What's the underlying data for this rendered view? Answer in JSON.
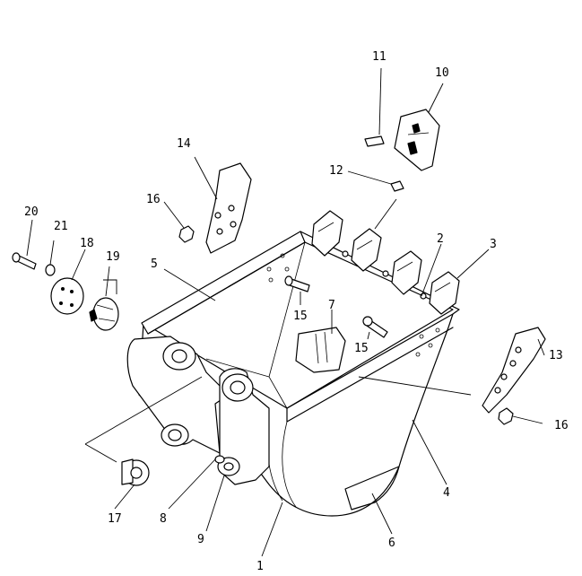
{
  "diagram": {
    "callouts": [
      {
        "id": "c1",
        "text": "1"
      },
      {
        "id": "c2",
        "text": "2"
      },
      {
        "id": "c3",
        "text": "3"
      },
      {
        "id": "c4",
        "text": "4"
      },
      {
        "id": "c5",
        "text": "5"
      },
      {
        "id": "c6",
        "text": "6"
      },
      {
        "id": "c7",
        "text": "7"
      },
      {
        "id": "c8",
        "text": "8"
      },
      {
        "id": "c9",
        "text": "9"
      },
      {
        "id": "c10",
        "text": "10"
      },
      {
        "id": "c11",
        "text": "11"
      },
      {
        "id": "c12",
        "text": "12"
      },
      {
        "id": "c13",
        "text": "13"
      },
      {
        "id": "c14",
        "text": "14"
      },
      {
        "id": "c15a",
        "text": "15"
      },
      {
        "id": "c15b",
        "text": "15"
      },
      {
        "id": "c16a",
        "text": "16"
      },
      {
        "id": "c16b",
        "text": "16"
      },
      {
        "id": "c17",
        "text": "17"
      },
      {
        "id": "c18",
        "text": "18"
      },
      {
        "id": "c19",
        "text": "19"
      },
      {
        "id": "c20",
        "text": "20"
      },
      {
        "id": "c21",
        "text": "21"
      }
    ]
  }
}
